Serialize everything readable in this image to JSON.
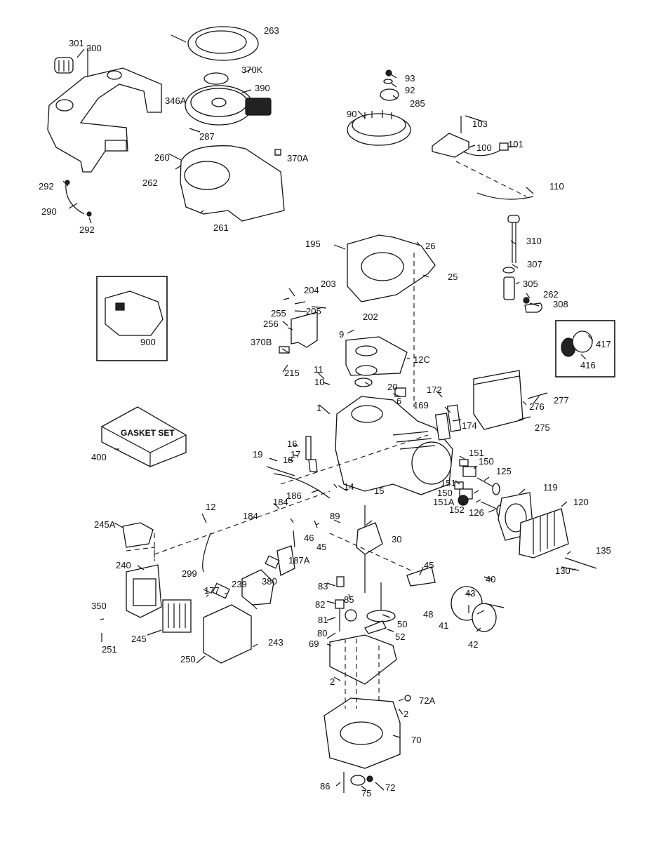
{
  "diagram": {
    "type": "exploded-parts-diagram",
    "subject": "small engine",
    "gasket_set_text": "GASKET SET",
    "callouts": [
      {
        "id": "c301",
        "label": "301"
      },
      {
        "id": "c300",
        "label": "300"
      },
      {
        "id": "c263",
        "label": "263"
      },
      {
        "id": "c370K",
        "label": "370K"
      },
      {
        "id": "c390",
        "label": "390"
      },
      {
        "id": "c346A",
        "label": "346A"
      },
      {
        "id": "c287",
        "label": "287"
      },
      {
        "id": "c260",
        "label": "260"
      },
      {
        "id": "c370A",
        "label": "370A"
      },
      {
        "id": "c262a",
        "label": "262"
      },
      {
        "id": "c261",
        "label": "261"
      },
      {
        "id": "c292a",
        "label": "292"
      },
      {
        "id": "c290",
        "label": "290"
      },
      {
        "id": "c292b",
        "label": "292"
      },
      {
        "id": "c93",
        "label": "93"
      },
      {
        "id": "c92",
        "label": "92"
      },
      {
        "id": "c285",
        "label": "285"
      },
      {
        "id": "c90",
        "label": "90"
      },
      {
        "id": "c103",
        "label": "103"
      },
      {
        "id": "c100",
        "label": "100"
      },
      {
        "id": "c101",
        "label": "101"
      },
      {
        "id": "c110",
        "label": "110"
      },
      {
        "id": "c310",
        "label": "310"
      },
      {
        "id": "c307",
        "label": "307"
      },
      {
        "id": "c305",
        "label": "305"
      },
      {
        "id": "c262b",
        "label": "262"
      },
      {
        "id": "c308",
        "label": "308"
      },
      {
        "id": "c417",
        "label": "417"
      },
      {
        "id": "c416",
        "label": "416"
      },
      {
        "id": "c195",
        "label": "195"
      },
      {
        "id": "c26",
        "label": "26"
      },
      {
        "id": "c25",
        "label": "25"
      },
      {
        "id": "c204",
        "label": "204"
      },
      {
        "id": "c203",
        "label": "203"
      },
      {
        "id": "c205",
        "label": "205"
      },
      {
        "id": "c202",
        "label": "202"
      },
      {
        "id": "c255",
        "label": "255"
      },
      {
        "id": "c256",
        "label": "256"
      },
      {
        "id": "c9",
        "label": "9"
      },
      {
        "id": "c370B",
        "label": "370B"
      },
      {
        "id": "c12C",
        "label": "12C"
      },
      {
        "id": "c215",
        "label": "215"
      },
      {
        "id": "c900",
        "label": "900"
      },
      {
        "id": "c11",
        "label": "11"
      },
      {
        "id": "c10",
        "label": "10"
      },
      {
        "id": "c20",
        "label": "20"
      },
      {
        "id": "c6",
        "label": "6"
      },
      {
        "id": "c1",
        "label": "1"
      },
      {
        "id": "c172",
        "label": "172"
      },
      {
        "id": "c169",
        "label": "169"
      },
      {
        "id": "c174",
        "label": "174"
      },
      {
        "id": "c277",
        "label": "277"
      },
      {
        "id": "c276",
        "label": "276"
      },
      {
        "id": "c275",
        "label": "275"
      },
      {
        "id": "c400",
        "label": "400"
      },
      {
        "id": "c16",
        "label": "16"
      },
      {
        "id": "c17",
        "label": "17"
      },
      {
        "id": "c18",
        "label": "18"
      },
      {
        "id": "c19",
        "label": "19"
      },
      {
        "id": "c14",
        "label": "14"
      },
      {
        "id": "c15",
        "label": "15"
      },
      {
        "id": "c186",
        "label": "186"
      },
      {
        "id": "c151a",
        "label": "151"
      },
      {
        "id": "c150a",
        "label": "150"
      },
      {
        "id": "c125",
        "label": "125"
      },
      {
        "id": "c151b",
        "label": "151"
      },
      {
        "id": "c150b",
        "label": "150"
      },
      {
        "id": "c151A",
        "label": "151A"
      },
      {
        "id": "c152",
        "label": "152"
      },
      {
        "id": "c126",
        "label": "126"
      },
      {
        "id": "c119",
        "label": "119"
      },
      {
        "id": "c120",
        "label": "120"
      },
      {
        "id": "c135",
        "label": "135"
      },
      {
        "id": "c130",
        "label": "130"
      },
      {
        "id": "c12",
        "label": "12"
      },
      {
        "id": "c245A",
        "label": "245A"
      },
      {
        "id": "c184a",
        "label": "184"
      },
      {
        "id": "c184b",
        "label": "184"
      },
      {
        "id": "c187A",
        "label": "187A"
      },
      {
        "id": "c89",
        "label": "89"
      },
      {
        "id": "c46",
        "label": "46"
      },
      {
        "id": "c45a",
        "label": "45"
      },
      {
        "id": "c30",
        "label": "30"
      },
      {
        "id": "c240",
        "label": "240"
      },
      {
        "id": "c299",
        "label": "299"
      },
      {
        "id": "c177",
        "label": "177"
      },
      {
        "id": "c239",
        "label": "239"
      },
      {
        "id": "c380",
        "label": "380"
      },
      {
        "id": "c45b",
        "label": "45"
      },
      {
        "id": "c40",
        "label": "40"
      },
      {
        "id": "c43",
        "label": "43"
      },
      {
        "id": "c41",
        "label": "41"
      },
      {
        "id": "c42",
        "label": "42"
      },
      {
        "id": "c48",
        "label": "48"
      },
      {
        "id": "c50",
        "label": "50"
      },
      {
        "id": "c52",
        "label": "52"
      },
      {
        "id": "c83",
        "label": "83"
      },
      {
        "id": "c82",
        "label": "82"
      },
      {
        "id": "c85",
        "label": "85"
      },
      {
        "id": "c81",
        "label": "81"
      },
      {
        "id": "c80",
        "label": "80"
      },
      {
        "id": "c69",
        "label": "69"
      },
      {
        "id": "c350",
        "label": "350"
      },
      {
        "id": "c251",
        "label": "251"
      },
      {
        "id": "c245",
        "label": "245"
      },
      {
        "id": "c250",
        "label": "250"
      },
      {
        "id": "c243",
        "label": "243"
      },
      {
        "id": "c2a",
        "label": "2"
      },
      {
        "id": "c72A",
        "label": "72A"
      },
      {
        "id": "c2b",
        "label": "2"
      },
      {
        "id": "c70",
        "label": "70"
      },
      {
        "id": "c86",
        "label": "86"
      },
      {
        "id": "c75",
        "label": "75"
      },
      {
        "id": "c72",
        "label": "72"
      }
    ]
  }
}
